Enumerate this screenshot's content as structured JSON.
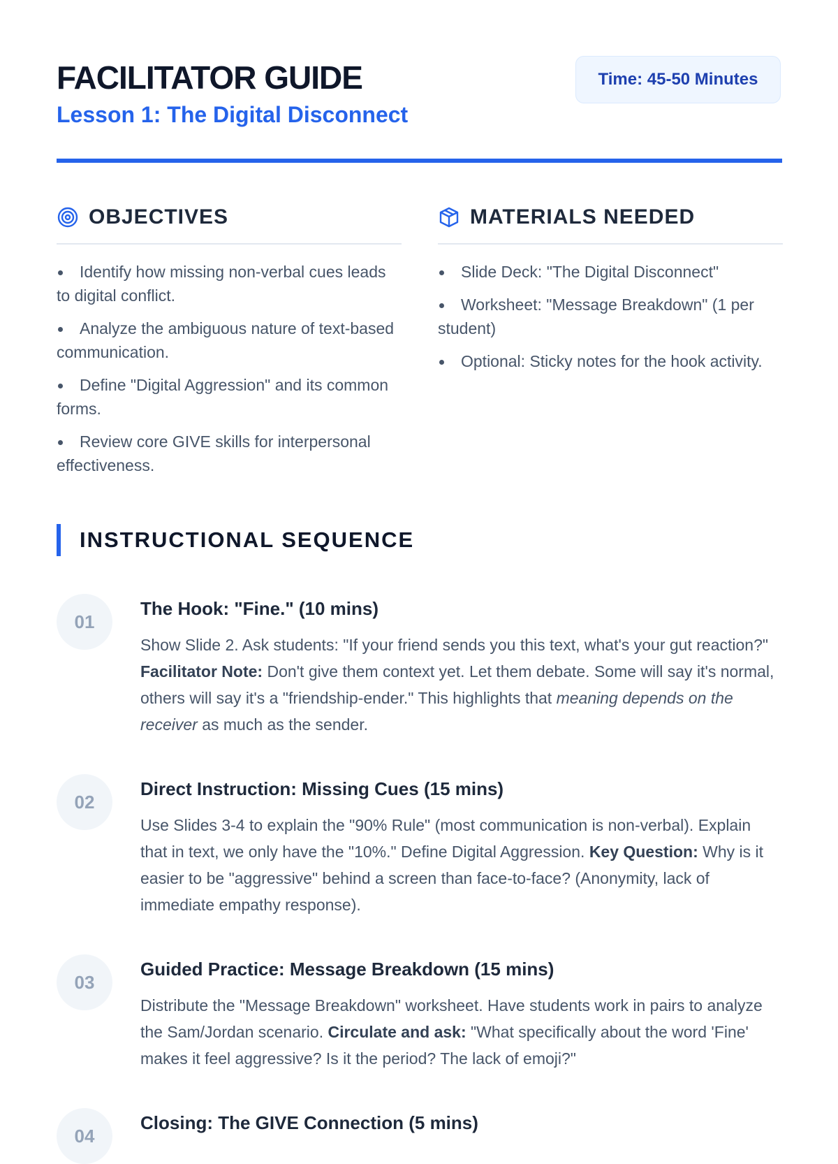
{
  "header": {
    "title": "FACILITATOR GUIDE",
    "subtitle": "Lesson 1: The Digital Disconnect",
    "time_badge": "Time: 45-50 Minutes"
  },
  "objectives": {
    "heading": "OBJECTIVES",
    "icon": "target-icon",
    "items": [
      "Identify how missing non-verbal cues leads to digital conflict.",
      "Analyze the ambiguous nature of text-based communication.",
      "Define \"Digital Aggression\" and its common forms.",
      "Review core GIVE skills for interpersonal effectiveness."
    ]
  },
  "materials": {
    "heading": "MATERIALS NEEDED",
    "icon": "box-icon",
    "items": [
      "Slide Deck: \"The Digital Disconnect\"",
      "Worksheet: \"Message Breakdown\" (1 per student)",
      "Optional: Sticky notes for the hook activity."
    ]
  },
  "sequence": {
    "heading": "INSTRUCTIONAL SEQUENCE",
    "accent": "#2563eb",
    "steps": [
      {
        "num": "01",
        "title": "The Hook: \"Fine.\" (10 mins)",
        "body": [
          {
            "t": "Show Slide 2. Ask students: \"If your friend sends you this text, what's your gut reaction?\" "
          },
          {
            "t": "Facilitator Note:",
            "s": "b"
          },
          {
            "t": " Don't give them context yet. Let them debate. Some will say it's normal, others will say it's a \"friendship-ender.\" This highlights that "
          },
          {
            "t": "meaning depends on the receiver",
            "s": "i"
          },
          {
            "t": " as much as the sender."
          }
        ]
      },
      {
        "num": "02",
        "title": "Direct Instruction: Missing Cues (15 mins)",
        "body": [
          {
            "t": "Use Slides 3-4 to explain the \"90% Rule\" (most communication is non-verbal). Explain that in text, we only have the \"10%.\" Define Digital Aggression. "
          },
          {
            "t": "Key Question:",
            "s": "b"
          },
          {
            "t": " Why is it easier to be \"aggressive\" behind a screen than face-to-face? (Anonymity, lack of immediate empathy response)."
          }
        ]
      },
      {
        "num": "03",
        "title": "Guided Practice: Message Breakdown (15 mins)",
        "body": [
          {
            "t": "Distribute the \"Message Breakdown\" worksheet. Have students work in pairs to analyze the Sam/Jordan scenario. "
          },
          {
            "t": "Circulate and ask:",
            "s": "b"
          },
          {
            "t": " \"What specifically about the word 'Fine' makes it feel aggressive? Is it the period? The lack of emoji?\""
          }
        ]
      },
      {
        "num": "04",
        "title": "Closing: The GIVE Connection (5 mins)",
        "body": []
      }
    ]
  }
}
